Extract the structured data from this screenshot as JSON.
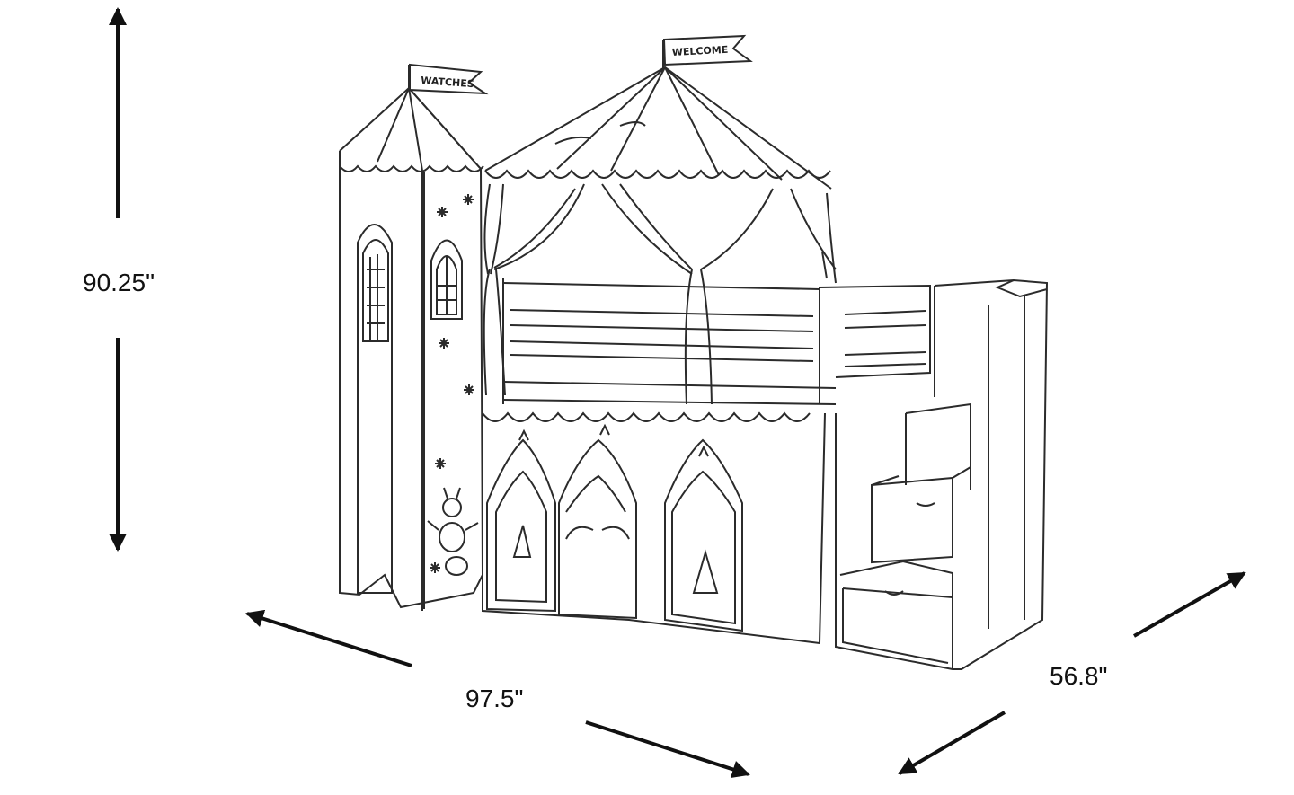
{
  "dimensions": {
    "height": "90.25\"",
    "width": "97.5\"",
    "depth": "56.8\""
  },
  "flags": {
    "left_tower": "WATCHES",
    "canopy": "WELCOME"
  },
  "colors": {
    "line": "#2b2b2b",
    "arrow": "#111111",
    "background": "#ffffff"
  }
}
